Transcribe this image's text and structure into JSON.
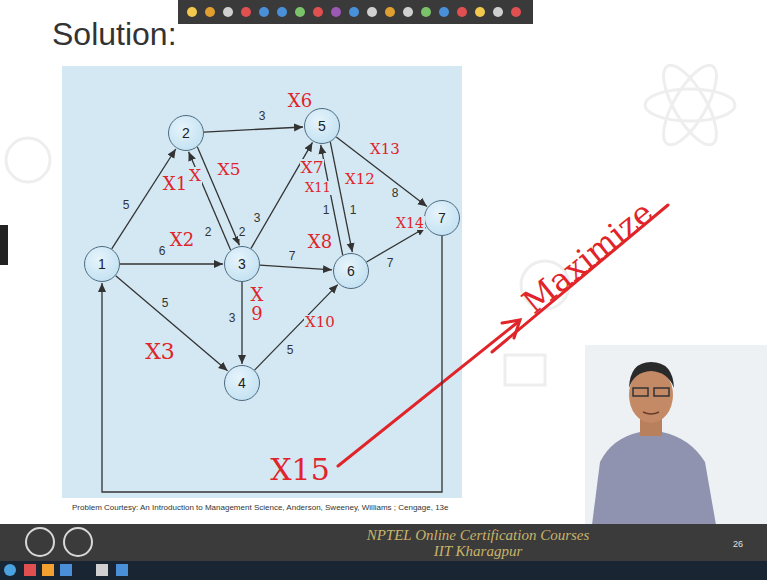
{
  "diagram": {
    "title": "Solution:",
    "caption": "Problem Courtesy: An Introduction to Management Science, Anderson, Sweeney, Williams ; Cengage, 13e",
    "nodes": [
      {
        "text": [
          "1"
        ]
      },
      {
        "text": [
          "2"
        ]
      },
      {
        "text": [
          "3"
        ]
      },
      {
        "text": [
          "4"
        ]
      },
      {
        "text": [
          "5"
        ]
      },
      {
        "text": [
          "6"
        ]
      },
      {
        "text": [
          "7"
        ]
      }
    ],
    "edges": [
      {
        "from": 0,
        "to": 1,
        "arrow": "to",
        "label": "5"
      },
      {
        "from": 0,
        "to": 2,
        "arrow": "to",
        "label": "6"
      },
      {
        "from": 0,
        "to": 3,
        "arrow": "to",
        "label": "5"
      },
      {
        "from": 1,
        "to": 4,
        "arrow": "to",
        "label": "3"
      },
      {
        "from": 1,
        "to": 2,
        "arrow": "to",
        "label": "2"
      },
      {
        "from": 2,
        "to": 1,
        "arrow": "to",
        "label": "2"
      },
      {
        "from": 2,
        "to": 4,
        "arrow": "to",
        "label": "3"
      },
      {
        "from": 2,
        "to": 5,
        "arrow": "to",
        "label": "7"
      },
      {
        "from": 2,
        "to": 3,
        "arrow": "to",
        "label": "3"
      },
      {
        "from": 3,
        "to": 5,
        "arrow": "to",
        "label": "5"
      },
      {
        "from": 4,
        "to": 5,
        "arrow": "to",
        "label": "1"
      },
      {
        "from": 5,
        "to": 4,
        "arrow": "to",
        "label": "1"
      },
      {
        "from": 4,
        "to": 6,
        "arrow": "to",
        "label": "8"
      },
      {
        "from": 5,
        "to": 6,
        "arrow": "to",
        "label": "7"
      },
      {
        "from": 6,
        "to": 0,
        "arrow": "to"
      }
    ],
    "labels": [
      "X1",
      "X2",
      "X3",
      "X",
      "X5",
      "X6",
      "X7",
      "X8",
      "X 9",
      "X10",
      "X11",
      "X12",
      "X13",
      "X14",
      "X15",
      "Maximize",
      "NPTEL Online Certification Courses",
      "IIT Kharagpur",
      "26"
    ]
  }
}
